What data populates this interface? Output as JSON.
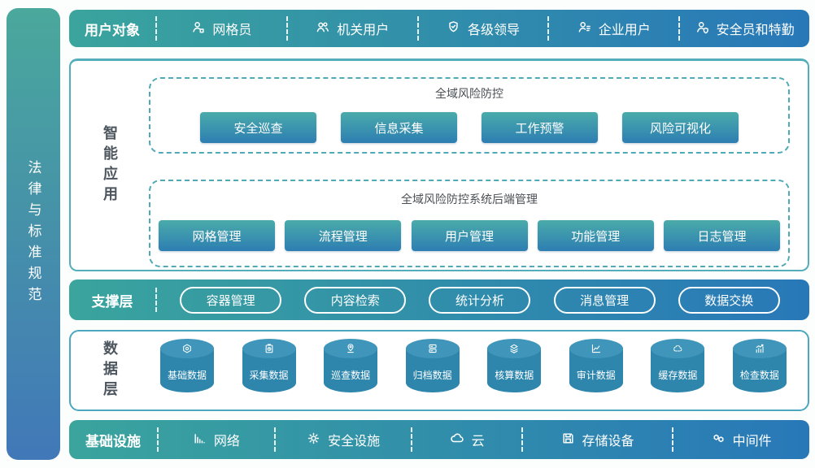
{
  "colors": {
    "row_gradient_left": "#3aa49d",
    "row_gradient_right": "#2878b8",
    "leftbar_top": "#4aa89c",
    "leftbar_bottom": "#4178b8",
    "button_top": "#4aabaa",
    "button_bottom": "#2d7eb2",
    "panel_border": "#54adba",
    "dashed_border": "#4fa9b6",
    "cylinder_body": "#2e86ad",
    "cylinder_top": "#4096ba",
    "dark_text": "#4d565f",
    "white": "#ffffff"
  },
  "left_bar": {
    "label": "法律与标准规范"
  },
  "user_row": {
    "label": "用户对象",
    "items": [
      {
        "label": "网格员",
        "icon": "grid-person-icon"
      },
      {
        "label": "机关用户",
        "icon": "people-group-icon"
      },
      {
        "label": "各级领导",
        "icon": "leader-badge-icon"
      },
      {
        "label": "企业用户",
        "icon": "enterprise-user-icon"
      },
      {
        "label": "安全员和特勤",
        "icon": "security-officer-icon"
      }
    ]
  },
  "intelligent_app": {
    "label": "智能应用",
    "groups": [
      {
        "title": "全域风险防控",
        "buttons": [
          "安全巡查",
          "信息采集",
          "工作预警",
          "风险可视化"
        ]
      },
      {
        "title": "全域风险防控系统后端管理",
        "buttons": [
          "网格管理",
          "流程管理",
          "用户管理",
          "功能管理",
          "日志管理"
        ]
      }
    ]
  },
  "support_layer": {
    "label": "支撑层",
    "items": [
      "容器管理",
      "内容检索",
      "统计分析",
      "消息管理",
      "数据交换"
    ]
  },
  "data_layer": {
    "label": "数据层",
    "items": [
      {
        "label": "基础数据",
        "icon": "gear-hexagon-icon"
      },
      {
        "label": "采集数据",
        "icon": "clipboard-icon"
      },
      {
        "label": "巡查数据",
        "icon": "location-pin-icon"
      },
      {
        "label": "归档数据",
        "icon": "server-stack-icon"
      },
      {
        "label": "核算数据",
        "icon": "layers-icon"
      },
      {
        "label": "审计数据",
        "icon": "line-chart-icon"
      },
      {
        "label": "缓存数据",
        "icon": "cloud-cache-icon"
      },
      {
        "label": "检查数据",
        "icon": "bar-chart-icon"
      }
    ]
  },
  "infrastructure": {
    "label": "基础设施",
    "items": [
      {
        "label": "网络",
        "icon": "signal-bars-icon"
      },
      {
        "label": "安全设施",
        "icon": "gear-icon"
      },
      {
        "label": "云",
        "icon": "cloud-icon"
      },
      {
        "label": "存储设备",
        "icon": "floppy-disk-icon"
      },
      {
        "label": "中间件",
        "icon": "hexagon-link-icon"
      }
    ]
  }
}
